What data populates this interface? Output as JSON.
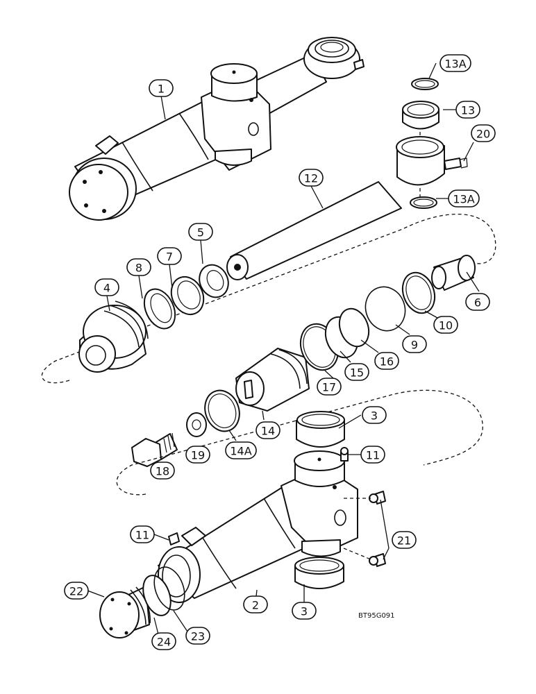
{
  "diagram": {
    "drawing_code": "BT95G091",
    "callouts": [
      {
        "id": "c1",
        "label": "1"
      },
      {
        "id": "c2",
        "label": "2"
      },
      {
        "id": "c3a",
        "label": "3"
      },
      {
        "id": "c3b",
        "label": "3"
      },
      {
        "id": "c4",
        "label": "4"
      },
      {
        "id": "c5",
        "label": "5"
      },
      {
        "id": "c6",
        "label": "6"
      },
      {
        "id": "c7",
        "label": "7"
      },
      {
        "id": "c8",
        "label": "8"
      },
      {
        "id": "c9",
        "label": "9"
      },
      {
        "id": "c10",
        "label": "10"
      },
      {
        "id": "c11a",
        "label": "11"
      },
      {
        "id": "c11b",
        "label": "11"
      },
      {
        "id": "c12",
        "label": "12"
      },
      {
        "id": "c13",
        "label": "13"
      },
      {
        "id": "c13a1",
        "label": "13A"
      },
      {
        "id": "c13a2",
        "label": "13A"
      },
      {
        "id": "c14",
        "label": "14"
      },
      {
        "id": "c14a",
        "label": "14A"
      },
      {
        "id": "c15",
        "label": "15"
      },
      {
        "id": "c16",
        "label": "16"
      },
      {
        "id": "c17",
        "label": "17"
      },
      {
        "id": "c18",
        "label": "18"
      },
      {
        "id": "c19",
        "label": "19"
      },
      {
        "id": "c20",
        "label": "20"
      },
      {
        "id": "c21",
        "label": "21"
      },
      {
        "id": "c22",
        "label": "22"
      },
      {
        "id": "c23",
        "label": "23"
      },
      {
        "id": "c24",
        "label": "24"
      }
    ]
  }
}
